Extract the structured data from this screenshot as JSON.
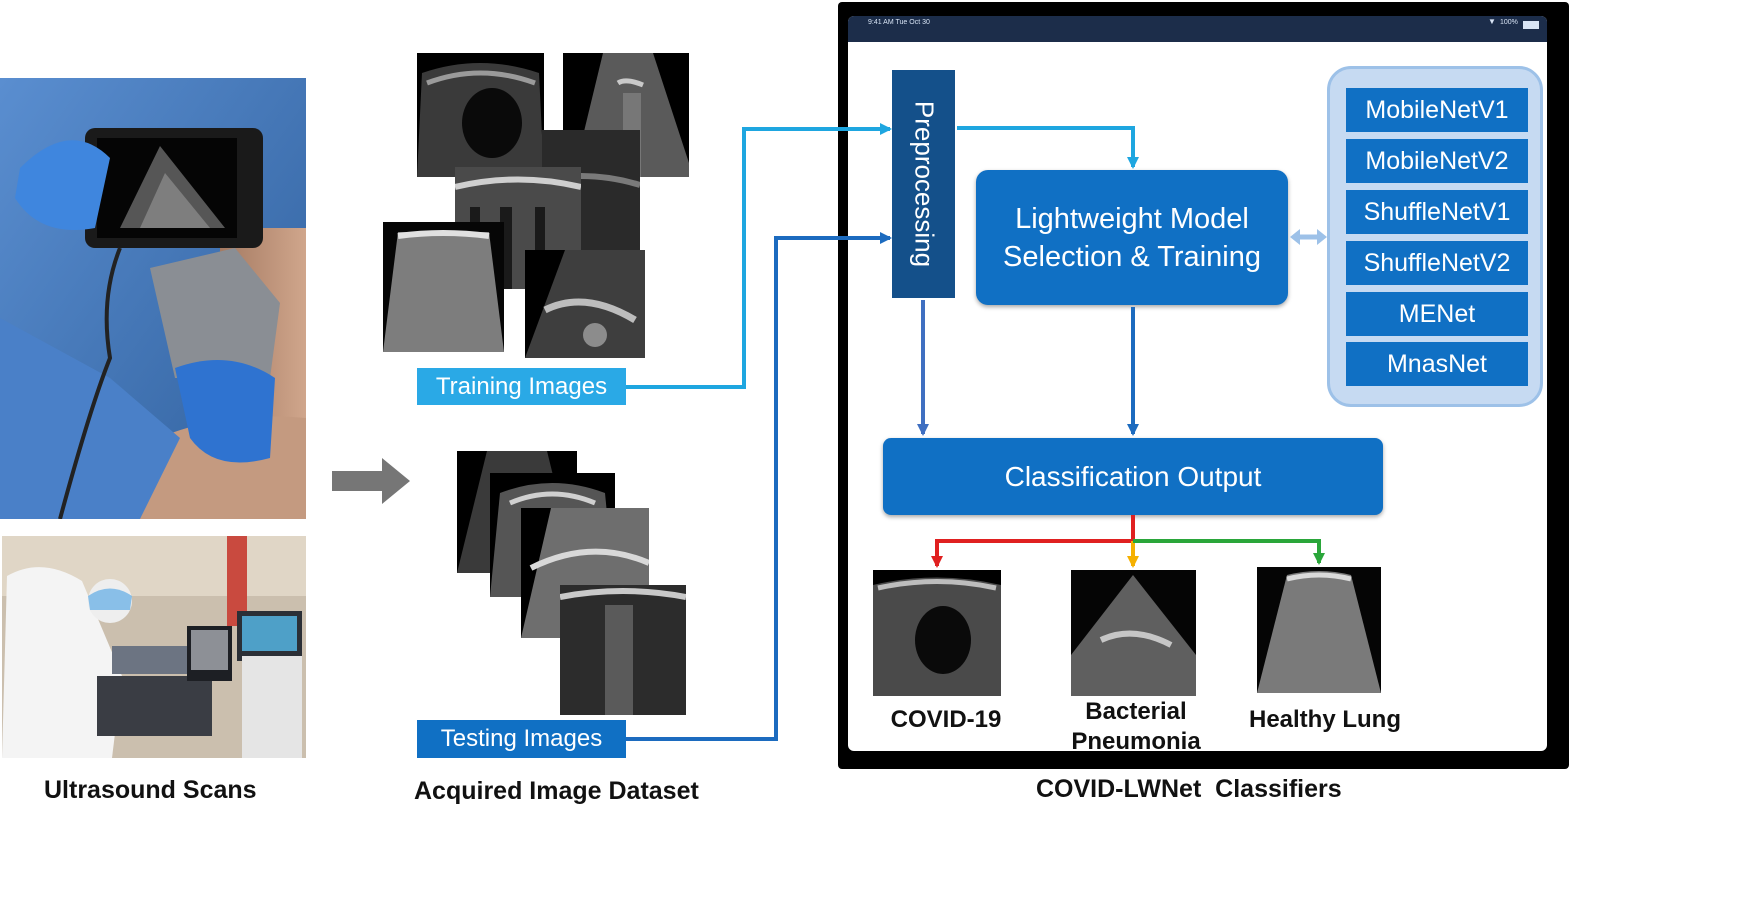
{
  "captions": {
    "scans": "Ultrasound Scans",
    "dataset": "Acquired Image Dataset",
    "classifiers": "COVID-LWNet  Classifiers"
  },
  "dataset_tags": {
    "training": "Training Images",
    "testing": "Testing Images"
  },
  "tablet": {
    "status_time": "9:41 AM   Tue Oct 30",
    "status_battery": "100%"
  },
  "pipeline": {
    "preprocessing": "Preprocessing",
    "selection_line1": "Lightweight Model",
    "selection_line2": "Selection & Training",
    "output": "Classification Output"
  },
  "models": [
    "MobileNetV1",
    "MobileNetV2",
    "ShuffleNetV1",
    "ShuffleNetV2",
    "MENet",
    "MnasNet"
  ],
  "results": {
    "covid": "COVID-19",
    "bacterial_line1": "Bacterial",
    "bacterial_line2": "Pneumonia",
    "healthy": "Healthy Lung"
  },
  "colors": {
    "box_blue": "#1070c4",
    "dark_blue": "#14508a",
    "light_arrow": "#1ea6e0",
    "dark_arrow": "#1c6bbf",
    "panel_fill": "#c6daf2",
    "panel_border": "#9dc1e8",
    "covid_arrow": "#e02020",
    "bacterial_arrow": "#f5b000",
    "healthy_arrow": "#2aa63a",
    "gray_arrow": "#767676"
  }
}
